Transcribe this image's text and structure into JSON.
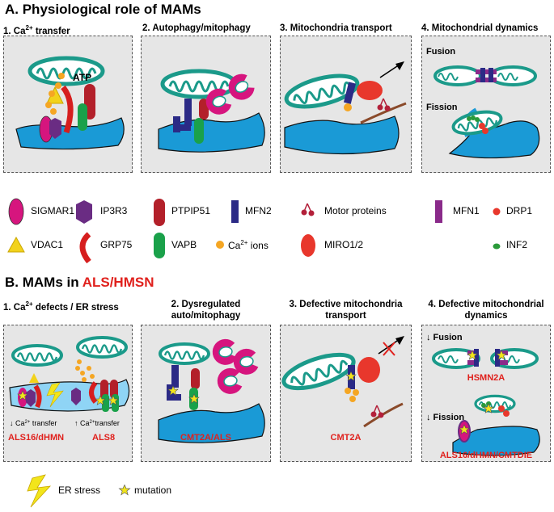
{
  "sectionA": {
    "title": "A. Physiological role of MAMs",
    "panels": [
      {
        "title_prefix": "1. Ca",
        "title_sup": "2+",
        "title_suffix": " transfer",
        "atp": "ATP"
      },
      {
        "title": "2. Autophagy/mitophagy"
      },
      {
        "title": "3. Mitochondria transport"
      },
      {
        "title": "4. Mitochondrial dynamics",
        "fusion": "Fusion",
        "fission": "Fission"
      }
    ]
  },
  "legend": {
    "sigmar1": "SIGMAR1",
    "ip3r3": "IP3R3",
    "ptpip51": "PTPIP51",
    "mfn2": "MFN2",
    "motor": "Motor proteins",
    "mfn1": "MFN1",
    "drp1": "DRP1",
    "vdac1": "VDAC1",
    "grp75": "GRP75",
    "vapb": "VAPB",
    "ca_ions_prefix": "Ca",
    "ca_ions_sup": "2+",
    "ca_ions_suffix": " ions",
    "miro": "MIRO1/2",
    "inf2": "INF2"
  },
  "sectionB": {
    "title_prefix": "B. MAMs in ",
    "title_red": "ALS/HMSN",
    "panels": [
      {
        "title_prefix": "1. Ca",
        "title_sup": "2+",
        "title_suffix": " defects / ER stress",
        "down_prefix": "↓ Ca",
        "down_sup": "2+",
        "down_suffix": " transfer",
        "up_prefix": "↑ Ca",
        "up_sup": "2+",
        "up_suffix": "transfer",
        "disease_left": "ALS16/dHMN",
        "disease_right": "ALS8"
      },
      {
        "title_line1": "2. Dysregulated",
        "title_line2": "auto/mitophagy",
        "disease": "CMT2A/ALS"
      },
      {
        "title_line1": "3. Defective mitochondria",
        "title_line2": "transport",
        "disease": "CMT2A"
      },
      {
        "title_line1": "4. Defective mitochondrial",
        "title_line2": "dynamics",
        "fusion": "↓ Fusion",
        "fission": "↓ Fission",
        "disease_fusion": "HSMN2A",
        "disease_fission": "ALS16/dHMN/CMTDIE"
      }
    ]
  },
  "bottom_legend": {
    "er_stress": "ER stress",
    "mutation": "mutation"
  },
  "colors": {
    "mito": "#1b9a8a",
    "er": "#1a9ad6",
    "sigmar1": "#d6157e",
    "ip3r3": "#6a2c83",
    "vdac1": "#f2d21b",
    "grp75": "#d61e1e",
    "ptpip51": "#b3202a",
    "vapb": "#1aa14a",
    "mfn2": "#2b2a86",
    "ca": "#f5a623",
    "miro": "#e8372c",
    "motor": "#b3203a",
    "mfn1": "#8a2a8a",
    "drp1": "#e8372c",
    "inf2": "#2a9a3a",
    "red_text": "#e0211d"
  }
}
